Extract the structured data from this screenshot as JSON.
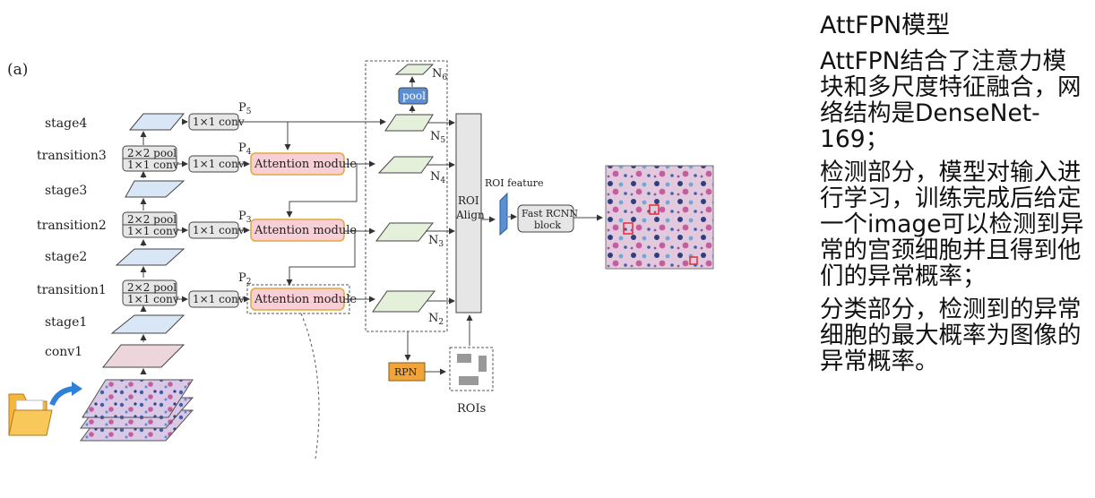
{
  "panel_label": "(a)",
  "stages": {
    "stage4": "stage4",
    "transition3": "transition3",
    "stage3": "stage3",
    "transition2": "transition2",
    "stage2": "stage2",
    "transition1": "transition1",
    "stage1": "stage1",
    "conv1": "conv1"
  },
  "blocks": {
    "pool": "2×2 pool",
    "conv": "1×1 conv",
    "attention": "Attention module",
    "pool_top": "pool",
    "roi_align_1": "ROI",
    "roi_align_2": "Align",
    "roi_feature": "ROI feature",
    "fast_rcnn_1": "Fast RCNN",
    "fast_rcnn_2": "block",
    "rpn": "RPN",
    "rois": "ROIs"
  },
  "p_labels": {
    "p5": "P",
    "p4": "P",
    "p3": "P",
    "p2": "P",
    "s5": "5",
    "s4": "4",
    "s3": "3",
    "s2": "2"
  },
  "n_labels": {
    "n6": "N",
    "n5": "N",
    "n4": "N",
    "n3": "N",
    "n2": "N",
    "s6": "6",
    "s5": "5",
    "s4": "4",
    "s3": "3",
    "s2": "2"
  },
  "colors": {
    "stage_fill": "#d8e6f6",
    "conv1_fill": "#ecd6db",
    "attention_fill": "#f8cfd6",
    "attention_border": "#e0a93a",
    "neck_fill": "#e4f0da",
    "pool_fill": "#5b8fd3",
    "rpn_fill": "#f0a53a",
    "roi_align_fill": "#e6e6e6",
    "folder": "#f5b73a",
    "arrow_icon": "#2f80d8",
    "roi_box": "#e03030"
  },
  "icons": {
    "folder": "folder-icon",
    "share": "curved-arrow-icon"
  },
  "side": {
    "title": "AttFPN模型",
    "p1": "AttFPN结合了注意力模块和多尺度特征融合，网络结构是DenseNet-169；",
    "p2": "检测部分，模型对输入进行学习，训练完成后给定一个image可以检测到异常的宫颈细胞并且得到他们的异常概率；",
    "p3": "分类部分，检测到的异常细胞的最大概率为图像的异常概率。"
  }
}
